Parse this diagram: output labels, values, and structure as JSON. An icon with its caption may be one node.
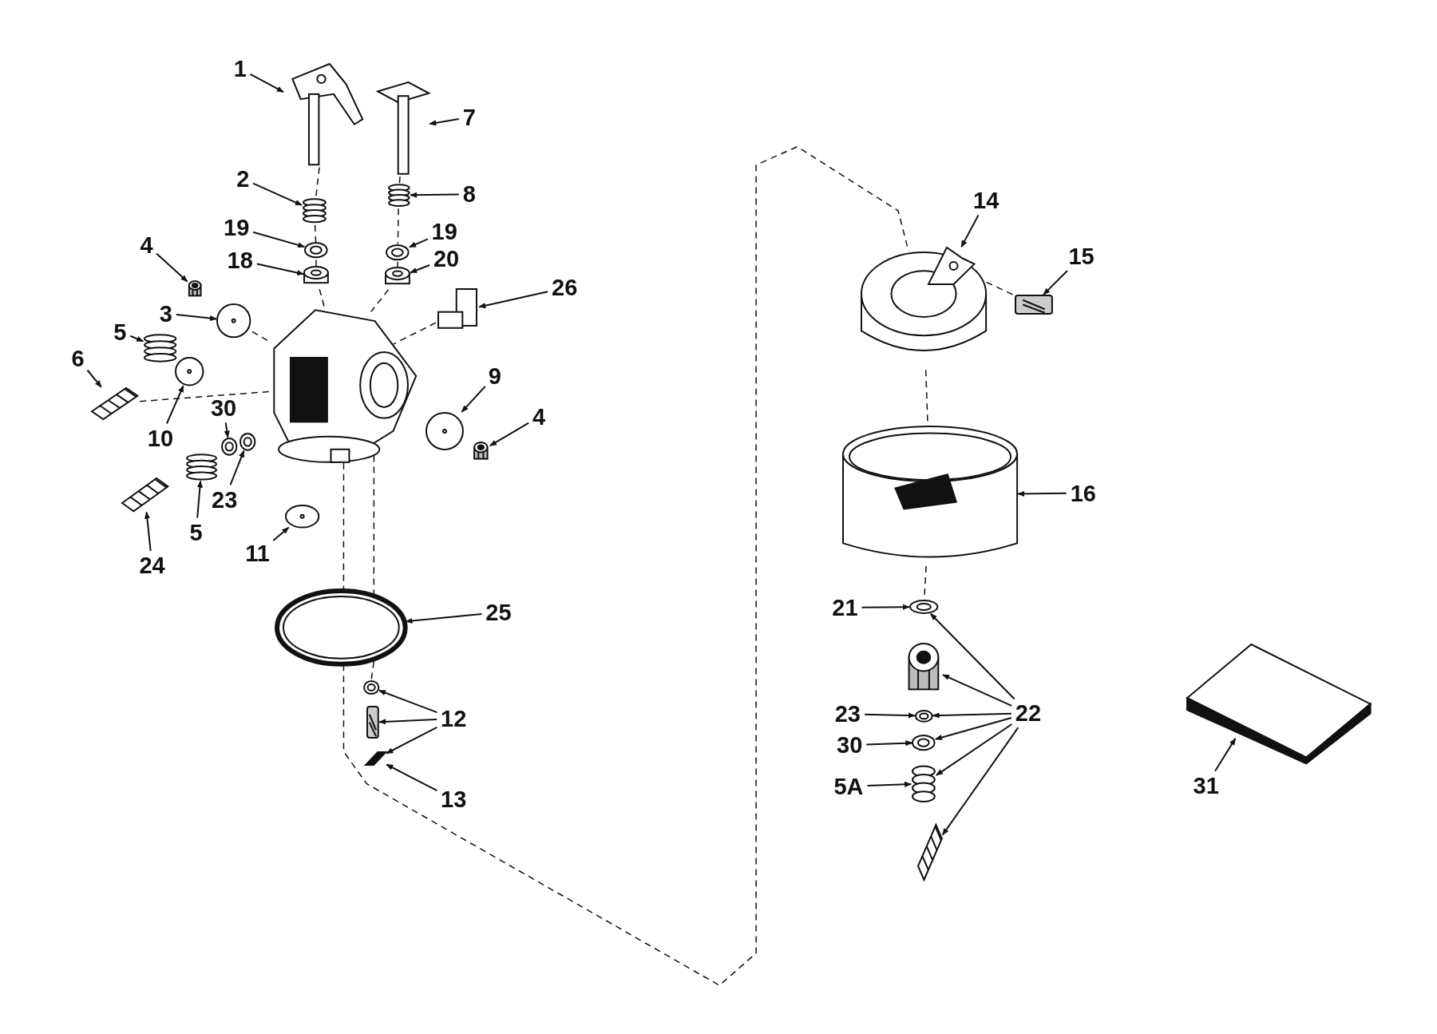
{
  "diagram": {
    "nodes": [
      {
        "text": [
          "1"
        ]
      },
      {
        "text": [
          "7"
        ]
      },
      {
        "text": [
          "2"
        ]
      },
      {
        "text": [
          "8"
        ]
      },
      {
        "text": [
          "19"
        ]
      },
      {
        "text": [
          "19"
        ]
      },
      {
        "text": [
          "18"
        ]
      },
      {
        "text": [
          "20"
        ]
      },
      {
        "text": [
          "4"
        ]
      },
      {
        "text": [
          "3"
        ]
      },
      {
        "text": [
          "26"
        ]
      },
      {
        "text": [
          "5"
        ]
      },
      {
        "text": [
          "6"
        ]
      },
      {
        "text": [
          "9"
        ]
      },
      {
        "text": [
          "4"
        ]
      },
      {
        "text": [
          "30"
        ]
      },
      {
        "text": [
          "10"
        ]
      },
      {
        "text": [
          "23"
        ]
      },
      {
        "text": [
          "5"
        ]
      },
      {
        "text": [
          "24"
        ]
      },
      {
        "text": [
          "11"
        ]
      },
      {
        "text": [
          "25"
        ]
      },
      {
        "text": [
          "12"
        ]
      },
      {
        "text": [
          "13"
        ]
      },
      {
        "text": [
          "14"
        ]
      },
      {
        "text": [
          "15"
        ]
      },
      {
        "text": [
          "16"
        ]
      },
      {
        "text": [
          "21"
        ]
      },
      {
        "text": [
          "22"
        ]
      },
      {
        "text": [
          "23"
        ]
      },
      {
        "text": [
          "30"
        ]
      },
      {
        "text": [
          "5A"
        ]
      },
      {
        "text": [
          "31"
        ]
      },
      {
        "text": [],
        "shape": "picture"
      },
      {
        "text": [],
        "shape": "picture"
      },
      {
        "text": [],
        "shape": "picture"
      },
      {
        "text": [],
        "shape": "picture"
      },
      {
        "text": [],
        "shape": "picture"
      },
      {
        "text": [],
        "shape": "picture"
      },
      {
        "text": [],
        "shape": "picture"
      },
      {
        "text": [],
        "shape": "picture"
      },
      {
        "text": [],
        "shape": "picture"
      },
      {
        "text": [],
        "shape": "picture"
      },
      {
        "text": [],
        "shape": "picture"
      },
      {
        "text": [],
        "shape": "picture"
      },
      {
        "text": [],
        "shape": "picture"
      },
      {
        "text": [],
        "shape": "picture"
      },
      {
        "text": [],
        "shape": "picture"
      },
      {
        "text": [],
        "shape": "picture"
      },
      {
        "text": [],
        "shape": "picture"
      },
      {
        "text": [],
        "shape": "picture"
      },
      {
        "text": [],
        "shape": "picture"
      },
      {
        "text": [],
        "shape": "picture"
      },
      {
        "text": [],
        "shape": "picture"
      },
      {
        "text": [],
        "shape": "picture"
      },
      {
        "text": [],
        "shape": "picture"
      },
      {
        "text": [],
        "shape": "picture"
      },
      {
        "text": [],
        "shape": "picture"
      },
      {
        "text": [],
        "shape": "picture"
      },
      {
        "text": [],
        "shape": "picture"
      },
      {
        "text": [],
        "shape": "picture"
      },
      {
        "text": [],
        "shape": "picture"
      },
      {
        "text": [],
        "shape": "picture"
      },
      {
        "text": [],
        "shape": "picture"
      },
      {
        "text": [],
        "shape": "picture"
      },
      {
        "text": [],
        "shape": "picture"
      },
      {
        "text": [],
        "shape": "picture"
      },
      {
        "text": [],
        "shape": "picture"
      },
      {
        "text": [],
        "shape": "picture"
      },
      {
        "text": [],
        "shape": "picture"
      }
    ],
    "edges": [
      {
        "from": 0,
        "to": 33,
        "arrow": "to"
      },
      {
        "from": 1,
        "to": 34,
        "arrow": "to"
      },
      {
        "from": 2,
        "to": 35,
        "arrow": "to"
      },
      {
        "from": 3,
        "to": 36,
        "arrow": "to"
      },
      {
        "from": 4,
        "to": 37,
        "arrow": "to"
      },
      {
        "from": 5,
        "to": 38,
        "arrow": "to"
      },
      {
        "from": 6,
        "to": 39,
        "arrow": "to"
      },
      {
        "from": 7,
        "to": 40,
        "arrow": "to"
      },
      {
        "from": 8,
        "to": 41,
        "arrow": "to"
      },
      {
        "from": 9,
        "to": 42,
        "arrow": "to"
      },
      {
        "from": 10,
        "to": 43,
        "arrow": "to"
      },
      {
        "from": 11,
        "to": 44,
        "arrow": "to"
      },
      {
        "from": 12,
        "to": 45,
        "arrow": "to"
      },
      {
        "from": 13,
        "to": 46,
        "arrow": "to"
      },
      {
        "from": 14,
        "to": 47,
        "arrow": "to"
      },
      {
        "from": 15,
        "to": 48,
        "arrow": "to"
      },
      {
        "from": 16,
        "to": 49,
        "arrow": "to"
      },
      {
        "from": 17,
        "to": 50,
        "arrow": "to"
      },
      {
        "from": 18,
        "to": 51,
        "arrow": "to"
      },
      {
        "from": 19,
        "to": 52,
        "arrow": "to"
      },
      {
        "from": 20,
        "to": 53,
        "arrow": "to"
      },
      {
        "from": 21,
        "to": 54,
        "arrow": "to"
      },
      {
        "from": 22,
        "to": 55,
        "arrow": "to"
      },
      {
        "from": 22,
        "to": 56,
        "arrow": "to"
      },
      {
        "from": 22,
        "to": 57,
        "arrow": "to"
      },
      {
        "from": 23,
        "to": 57,
        "arrow": "to"
      },
      {
        "from": 24,
        "to": 58,
        "arrow": "to"
      },
      {
        "from": 25,
        "to": 59,
        "arrow": "to"
      },
      {
        "from": 26,
        "to": 60,
        "arrow": "to"
      },
      {
        "from": 27,
        "to": 61,
        "arrow": "to"
      },
      {
        "from": 28,
        "to": 61,
        "arrow": "to"
      },
      {
        "from": 28,
        "to": 62,
        "arrow": "to"
      },
      {
        "from": 28,
        "to": 63,
        "arrow": "to"
      },
      {
        "from": 28,
        "to": 64,
        "arrow": "to"
      },
      {
        "from": 28,
        "to": 65,
        "arrow": "to"
      },
      {
        "from": 28,
        "to": 66,
        "arrow": "to"
      },
      {
        "from": 29,
        "to": 63,
        "arrow": "to"
      },
      {
        "from": 30,
        "to": 64,
        "arrow": "to"
      },
      {
        "from": 31,
        "to": 65,
        "arrow": "to"
      },
      {
        "from": 32,
        "to": 67,
        "arrow": "to"
      },
      {
        "from": 33,
        "to": 35,
        "arrow": "none",
        "style": "dashed"
      },
      {
        "from": 35,
        "to": 37,
        "arrow": "none",
        "style": "dashed"
      },
      {
        "from": 37,
        "to": 39,
        "arrow": "none",
        "style": "dashed"
      },
      {
        "from": 39,
        "to": 68,
        "arrow": "none",
        "style": "dashed"
      },
      {
        "from": 34,
        "to": 36,
        "arrow": "none",
        "style": "dashed"
      },
      {
        "from": 36,
        "to": 38,
        "arrow": "none",
        "style": "dashed"
      },
      {
        "from": 38,
        "to": 40,
        "arrow": "none",
        "style": "dashed"
      },
      {
        "from": 40,
        "to": 68,
        "arrow": "none",
        "style": "dashed"
      },
      {
        "from": 42,
        "to": 68,
        "arrow": "none",
        "style": "dashed"
      },
      {
        "from": 45,
        "to": 68,
        "arrow": "none",
        "style": "dashed"
      },
      {
        "from": 43,
        "to": 68,
        "arrow": "none",
        "style": "dashed"
      },
      {
        "from": 68,
        "to": 54,
        "arrow": "none",
        "style": "dashed"
      },
      {
        "from": 54,
        "to": 69,
        "arrow": "none",
        "style": "dashed"
      },
      {
        "from": 58,
        "to": 59,
        "arrow": "none",
        "style": "dashed"
      },
      {
        "from": 69,
        "to": 60,
        "arrow": "none",
        "style": "dashed"
      },
      {
        "from": 60,
        "to": 61,
        "arrow": "none",
        "style": "dashed"
      },
      {
        "from": 68,
        "to": 54,
        "arrow": "none",
        "style": "dashed"
      },
      {
        "from": 54,
        "to": 55,
        "arrow": "none",
        "style": "dashed"
      }
    ]
  }
}
